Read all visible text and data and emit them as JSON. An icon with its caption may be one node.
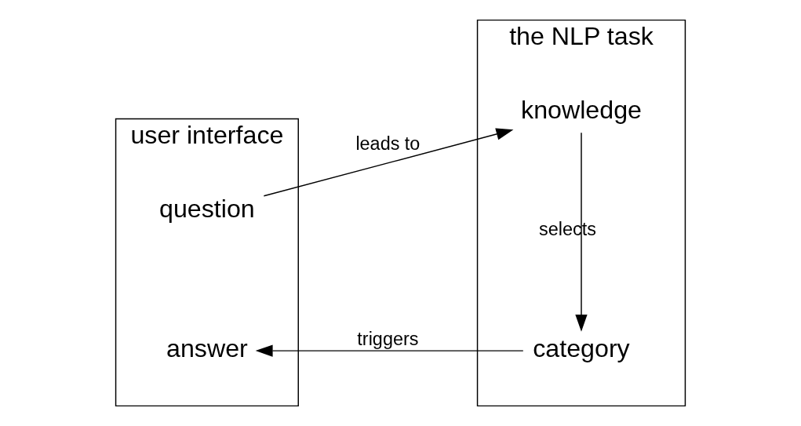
{
  "diagram": {
    "nodes": [
      {
        "text": [
          "user interface"
        ]
      },
      {
        "text": [
          "question"
        ],
        "in": 0
      },
      {
        "text": [
          "answer"
        ],
        "in": 0
      },
      {
        "text": [
          "the NLP task"
        ]
      },
      {
        "text": [
          "knowledge"
        ],
        "in": 3
      },
      {
        "text": [
          "category"
        ],
        "in": 3
      }
    ],
    "edges": [
      {
        "from": 1,
        "to": 4,
        "arrow": "to",
        "label": "leads to"
      },
      {
        "from": 4,
        "to": 5,
        "arrow": "to",
        "label": "selects"
      },
      {
        "from": 5,
        "to": 2,
        "arrow": "to",
        "label": "triggers"
      }
    ]
  }
}
